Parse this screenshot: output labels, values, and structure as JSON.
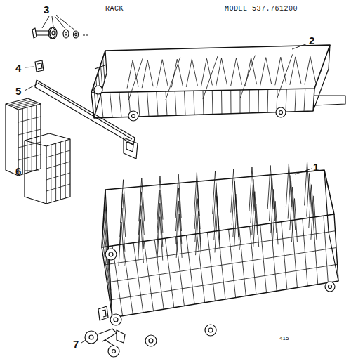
{
  "diagram": {
    "labels": [
      "RACK",
      "MODEL 537.761200",
      "3",
      "2",
      "4",
      "5",
      "6",
      "1",
      "7",
      "415"
    ]
  }
}
